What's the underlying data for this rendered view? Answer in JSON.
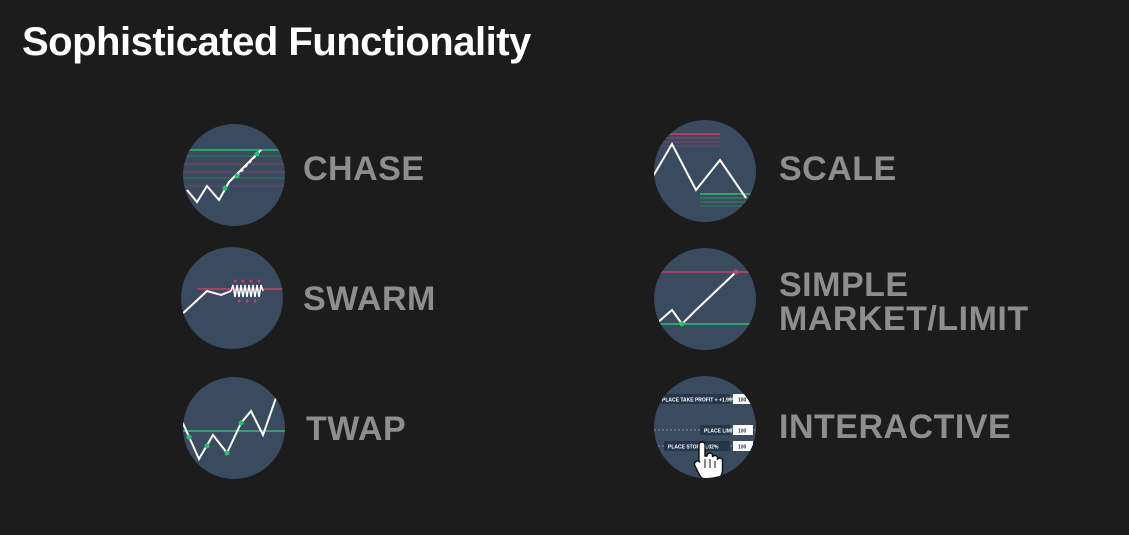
{
  "header": {
    "title": "Sophisticated Functionality"
  },
  "colors": {
    "background": "#1c1c1c",
    "icon_fill": "#3a4a5f",
    "label": "#8e8e8e",
    "green": "#2fbf71",
    "red": "#c4406a"
  },
  "features": [
    {
      "label": "CHASE",
      "icon": "chase-icon"
    },
    {
      "label": "SCALE",
      "icon": "scale-icon"
    },
    {
      "label": "SWARM",
      "icon": "swarm-icon"
    },
    {
      "label_line1": "SIMPLE",
      "label_line2": "MARKET/LIMIT",
      "icon": "simple-market-limit-icon"
    },
    {
      "label": "TWAP",
      "icon": "twap-icon"
    },
    {
      "label": "INTERACTIVE",
      "icon": "interactive-icon",
      "mini_ui": {
        "take_profit": "PLACE TAKE PROFIT + +1.99%",
        "limit": "PLACE LIMIT",
        "stop": "PLACE STOP - 1.02%",
        "badge": "100"
      }
    }
  ]
}
